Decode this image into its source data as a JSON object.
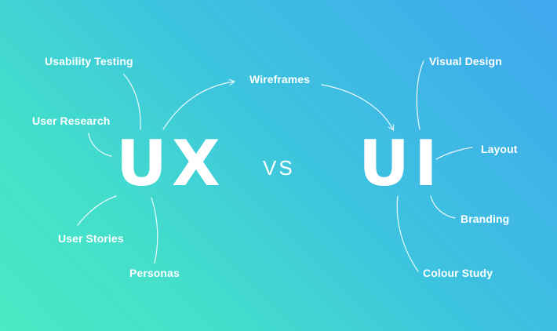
{
  "ux": {
    "title": "UX",
    "items": {
      "usability_testing": "Usability Testing",
      "user_research": "User Research",
      "user_stories": "User Stories",
      "personas": "Personas"
    }
  },
  "vs_label": "VS",
  "center": {
    "wireframes": "Wireframes"
  },
  "ui": {
    "title": "UI",
    "items": {
      "visual_design": "Visual Design",
      "layout": "Layout",
      "branding": "Branding",
      "colour_study": "Colour Study"
    }
  },
  "colors": {
    "gradient_top_right": "#3fa7ee",
    "gradient_bottom_left": "#4ce9c4",
    "text": "#ffffff"
  }
}
